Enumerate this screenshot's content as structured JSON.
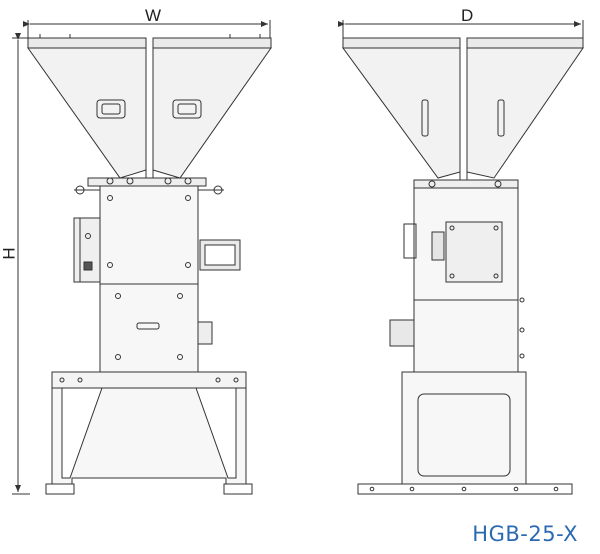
{
  "dimensions": {
    "width_label": "W",
    "depth_label": "D",
    "height_label": "H"
  },
  "model": {
    "code": "HGB-25-X"
  },
  "colors": {
    "line": "#333333",
    "hopper_fill": "#f2f2f2",
    "panel_fill": "#f7f7f7",
    "accent": "#2a6ab3"
  }
}
